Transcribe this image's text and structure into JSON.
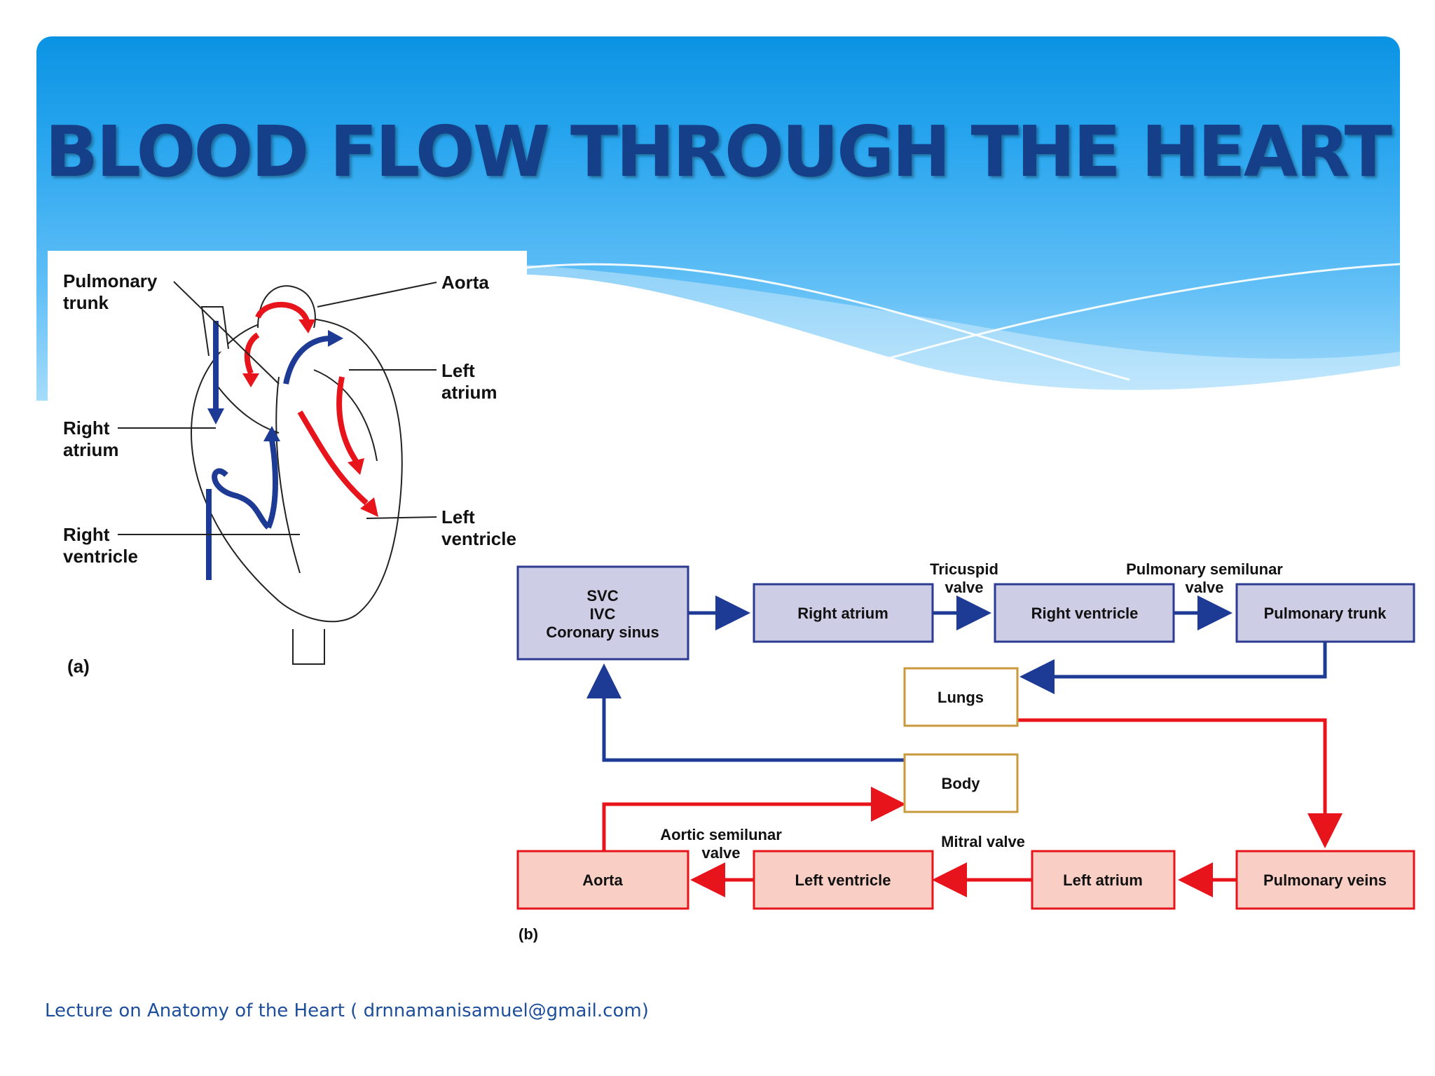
{
  "slide": {
    "title": "BLOOD FLOW THROUGH THE HEART",
    "footer": "Lecture on  Anatomy of the Heart ( drnnamanisamuel@gmail.com)"
  },
  "panel_a": {
    "caption": "(a)",
    "labels": {
      "pulmonary_trunk_1": "Pulmonary",
      "pulmonary_trunk_2": "trunk",
      "aorta": "Aorta",
      "left_atrium_1": "Left",
      "left_atrium_2": "atrium",
      "right_atrium_1": "Right",
      "right_atrium_2": "atrium",
      "left_ventricle_1": "Left",
      "left_ventricle_2": "ventricle",
      "right_ventricle_1": "Right",
      "right_ventricle_2": "ventricle"
    }
  },
  "panel_b": {
    "caption": "(b)",
    "boxes": {
      "svc_1": "SVC",
      "svc_2": "IVC",
      "svc_3": "Coronary sinus",
      "right_atrium": "Right atrium",
      "right_ventricle": "Right ventricle",
      "pulmonary_trunk": "Pulmonary trunk",
      "lungs": "Lungs",
      "body": "Body",
      "aorta": "Aorta",
      "left_ventricle": "Left ventricle",
      "left_atrium": "Left atrium",
      "pulmonary_veins": "Pulmonary veins"
    },
    "valves": {
      "tricuspid_1": "Tricuspid",
      "tricuspid_2": "valve",
      "pulmonary_semilunar_1": "Pulmonary semilunar",
      "pulmonary_semilunar_2": "valve",
      "aortic_semilunar_1": "Aortic semilunar",
      "aortic_semilunar_2": "valve",
      "mitral": "Mitral valve"
    }
  },
  "colors": {
    "title": "#153f88",
    "deoxygenated": "#1d3a94",
    "oxygenated": "#e8141b",
    "blue_box_fill": "#cdcde6",
    "red_box_fill": "#f9cfc5",
    "neutral_box_border": "#c89a3c",
    "footer_text": "#1d4e9a"
  }
}
